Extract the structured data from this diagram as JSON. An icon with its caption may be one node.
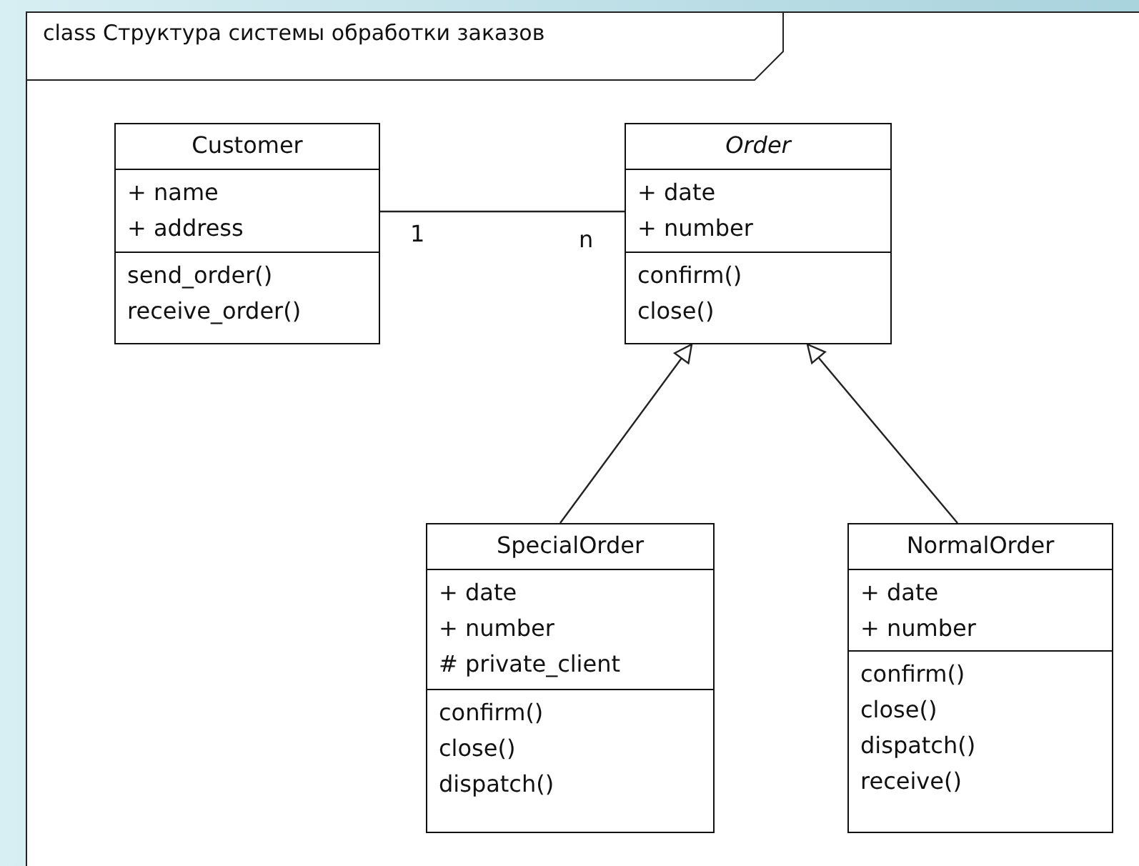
{
  "diagram": {
    "title": "class Структура системы обработки заказов",
    "nodes": [
      {
        "text": [
          "Customer",
          "+ name",
          "+ address",
          "send_order()",
          "receive_order()"
        ]
      },
      {
        "text": [
          "Order",
          "+ date",
          "+ number",
          "confirm()",
          "close()"
        ]
      },
      {
        "text": [
          "SpecialOrder",
          "+ date",
          "+ number",
          "# private_client",
          "confirm()",
          "close()",
          "dispatch()"
        ]
      },
      {
        "text": [
          "NormalOrder",
          "+ date",
          "+ number",
          "confirm()",
          "close()",
          "dispatch()",
          "receive()"
        ]
      }
    ],
    "edges": [
      {
        "from": 0,
        "to": 1,
        "arrow": "none"
      },
      {
        "from": 2,
        "to": 1,
        "arrow": "to"
      },
      {
        "from": 3,
        "to": 1,
        "arrow": "to"
      }
    ],
    "labels": [
      "1",
      "n"
    ]
  }
}
